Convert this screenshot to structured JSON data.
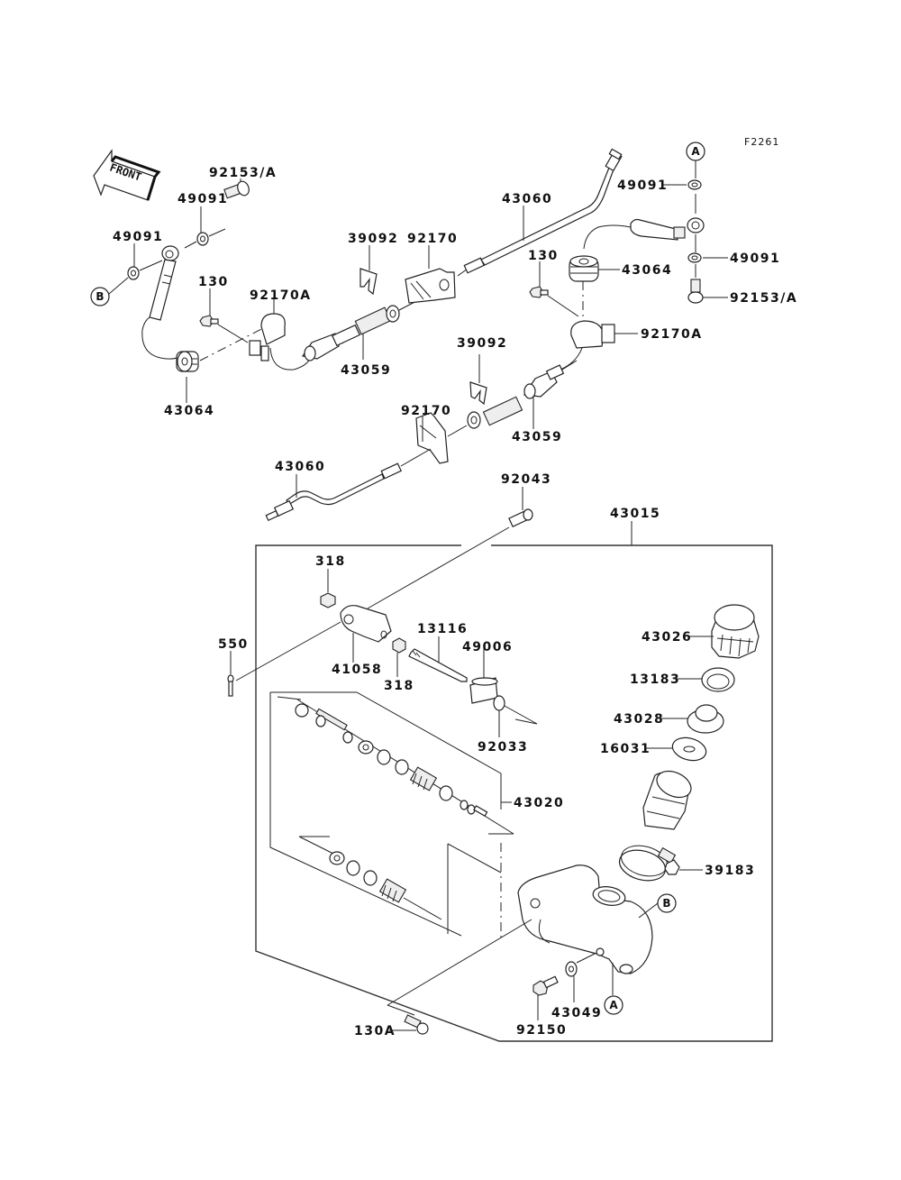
{
  "figure_id": "F2261",
  "front_arrow": "FRONT",
  "callouts": {
    "a_top": "A",
    "b_left": "B",
    "b_body": "B",
    "a_body": "A"
  },
  "labels": {
    "p92153A_left": "92153/A",
    "p49091_left_upper": "49091",
    "p49091_left_lower": "49091",
    "p130_left": "130",
    "p92170A_left": "92170A",
    "p43064_left": "43064",
    "p39092_upper": "39092",
    "p92170_upper": "92170",
    "p43059_upper": "43059",
    "p43060_upper": "43060",
    "p130_right": "130",
    "p43064_right": "43064",
    "p49091_right_upper": "49091",
    "p49091_right_lower": "49091",
    "p92153A_right": "92153/A",
    "p92170A_right": "92170A",
    "p39092_lower": "39092",
    "p92170_lower": "92170",
    "p43059_lower": "43059",
    "p43060_lower": "43060",
    "p92043": "92043",
    "p43015": "43015",
    "p318_upper": "318",
    "p550": "550",
    "p41058": "41058",
    "p318_lower": "318",
    "p13116": "13116",
    "p49006": "49006",
    "p92033": "92033",
    "p43026": "43026",
    "p13183": "13183",
    "p43028": "43028",
    "p16031": "16031",
    "p43020": "43020",
    "p39183": "39183",
    "p43049": "43049",
    "p92150": "92150",
    "p130A": "130A"
  }
}
